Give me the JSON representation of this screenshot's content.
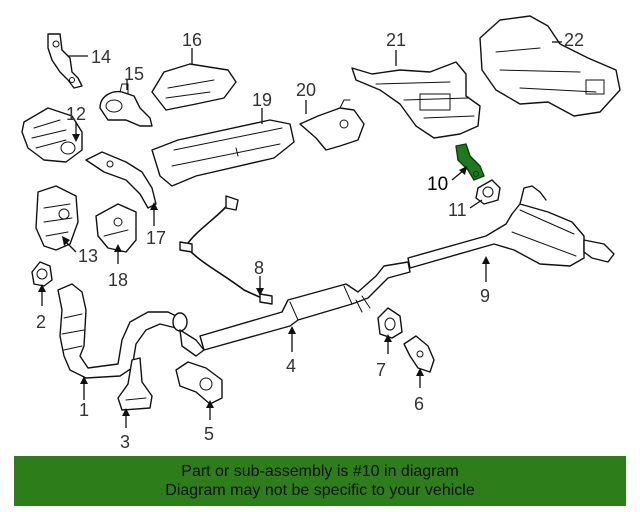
{
  "callouts": {
    "c1": "1",
    "c2": "2",
    "c3": "3",
    "c4": "4",
    "c5": "5",
    "c6": "6",
    "c7": "7",
    "c8": "8",
    "c9": "9",
    "c10": "10",
    "c11": "11",
    "c12": "12",
    "c13": "13",
    "c14": "14",
    "c15": "15",
    "c16": "16",
    "c17": "17",
    "c18": "18",
    "c19": "19",
    "c20": "20",
    "c21": "21",
    "c22": "22"
  },
  "highlighted_part": "10",
  "banner": {
    "line1": "Part or sub-assembly is #10 in diagram",
    "line2": "Diagram may not be specific to your vehicle"
  },
  "colors": {
    "banner_bg": "#2e7d1b",
    "highlight_fill": "#1e7a1e",
    "line": "#111111"
  }
}
